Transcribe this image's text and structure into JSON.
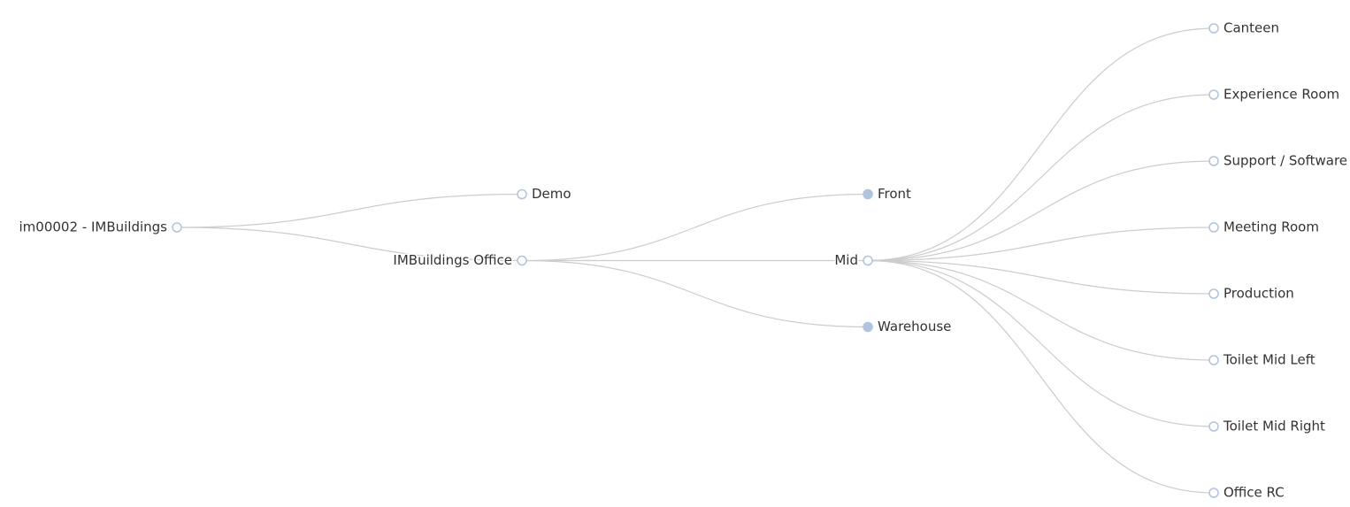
{
  "tree": {
    "colors": {
      "link": "#cccccc",
      "node_stroke": "#b0c4de",
      "node_fill_collapsed": "#b0c4de",
      "node_fill_leaf": "#ffffff",
      "label": "#333333"
    },
    "root": {
      "id": "root",
      "label": "im00002 - IMBuildings",
      "collapsed": false,
      "children": [
        {
          "id": "demo",
          "label": "Demo",
          "collapsed": false,
          "children": []
        },
        {
          "id": "office",
          "label": "IMBuildings Office",
          "collapsed": false,
          "children": [
            {
              "id": "front",
              "label": "Front",
              "collapsed": true,
              "children": []
            },
            {
              "id": "mid",
              "label": "Mid",
              "collapsed": false,
              "children": [
                {
                  "id": "canteen",
                  "label": "Canteen",
                  "collapsed": false,
                  "children": []
                },
                {
                  "id": "experience-room",
                  "label": "Experience Room",
                  "collapsed": false,
                  "children": []
                },
                {
                  "id": "support-software",
                  "label": "Support / Software R",
                  "collapsed": false,
                  "children": []
                },
                {
                  "id": "meeting-room",
                  "label": "Meeting Room",
                  "collapsed": false,
                  "children": []
                },
                {
                  "id": "production",
                  "label": "Production",
                  "collapsed": false,
                  "children": []
                },
                {
                  "id": "toilet-mid-left",
                  "label": "Toilet Mid Left",
                  "collapsed": false,
                  "children": []
                },
                {
                  "id": "toilet-mid-right",
                  "label": "Toilet Mid Right",
                  "collapsed": false,
                  "children": []
                },
                {
                  "id": "office-rc",
                  "label": "Office RC",
                  "collapsed": false,
                  "children": []
                }
              ]
            },
            {
              "id": "warehouse",
              "label": "Warehouse",
              "collapsed": true,
              "children": []
            }
          ]
        }
      ]
    }
  }
}
